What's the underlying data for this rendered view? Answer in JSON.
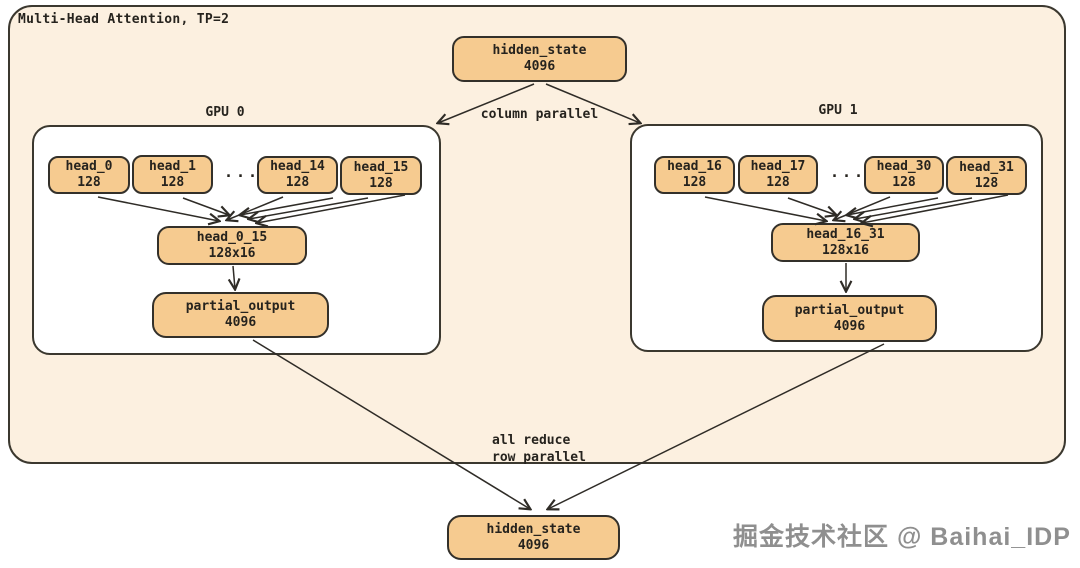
{
  "diagram": {
    "title": "Multi-Head Attention, TP=2",
    "top_node": {
      "name": "hidden_state",
      "value": "4096"
    },
    "bottom_node": {
      "name": "hidden_state",
      "value": "4096"
    },
    "labels": {
      "column_parallel": "column parallel",
      "all_reduce_line1": "all reduce",
      "all_reduce_line2": "row parallel"
    },
    "gpu0": {
      "label": "GPU 0",
      "ellipsis": "...",
      "heads": [
        {
          "name": "head_0",
          "value": "128"
        },
        {
          "name": "head_1",
          "value": "128"
        },
        {
          "name": "head_14",
          "value": "128"
        },
        {
          "name": "head_15",
          "value": "128"
        }
      ],
      "concat": {
        "name": "head_0_15",
        "value": "128x16"
      },
      "partial": {
        "name": "partial_output",
        "value": "4096"
      }
    },
    "gpu1": {
      "label": "GPU 1",
      "ellipsis": "...",
      "heads": [
        {
          "name": "head_16",
          "value": "128"
        },
        {
          "name": "head_17",
          "value": "128"
        },
        {
          "name": "head_30",
          "value": "128"
        },
        {
          "name": "head_31",
          "value": "128"
        }
      ],
      "concat": {
        "name": "head_16_31",
        "value": "128x16"
      },
      "partial": {
        "name": "partial_output",
        "value": "4096"
      }
    },
    "watermark": "掘金技术社区 @ Baihai_IDP"
  },
  "colors": {
    "canvas_background": "#fcf0e0",
    "node_fill": "#f6cb90",
    "node_border": "#33302a",
    "frame_border": "#3b382f",
    "arrow": "#2f2c27",
    "watermark_gray": "#8f8f8f"
  }
}
